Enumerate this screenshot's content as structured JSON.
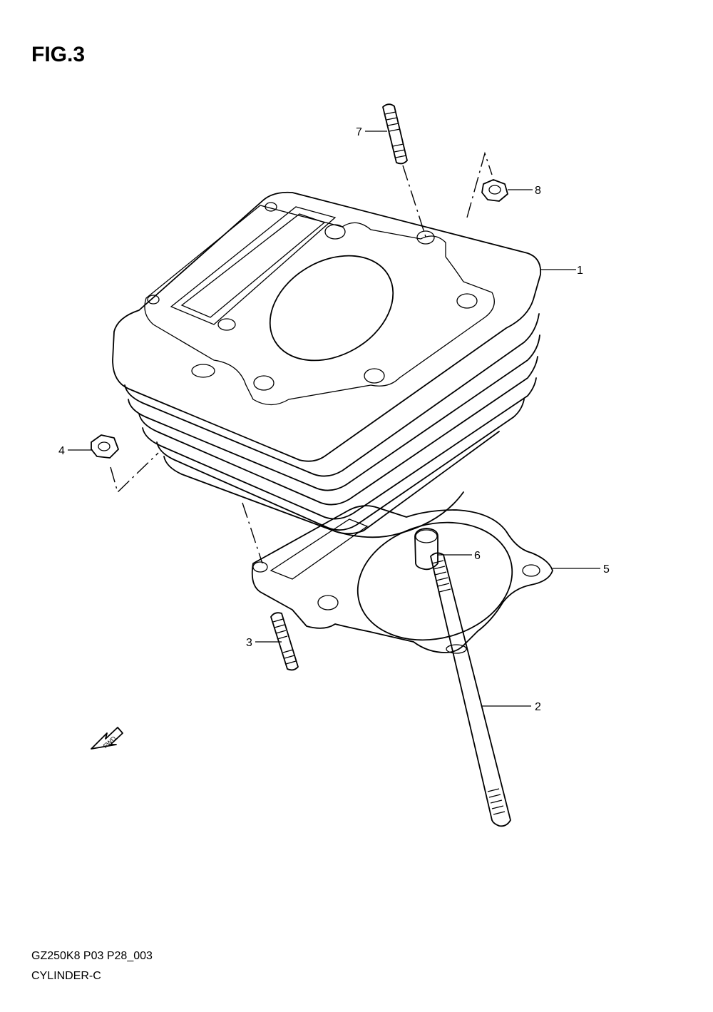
{
  "figure": {
    "title": "FIG.3"
  },
  "callouts": [
    {
      "id": "1",
      "label": "1"
    },
    {
      "id": "2",
      "label": "2"
    },
    {
      "id": "3",
      "label": "3"
    },
    {
      "id": "4",
      "label": "4"
    },
    {
      "id": "5",
      "label": "5"
    },
    {
      "id": "6",
      "label": "6"
    },
    {
      "id": "7",
      "label": "7"
    },
    {
      "id": "8",
      "label": "8"
    }
  ],
  "fwd_arrow": {
    "label": "FWD"
  },
  "footer": {
    "code": "GZ250K8 P03 P28_003",
    "name": "CYLINDER-C"
  }
}
